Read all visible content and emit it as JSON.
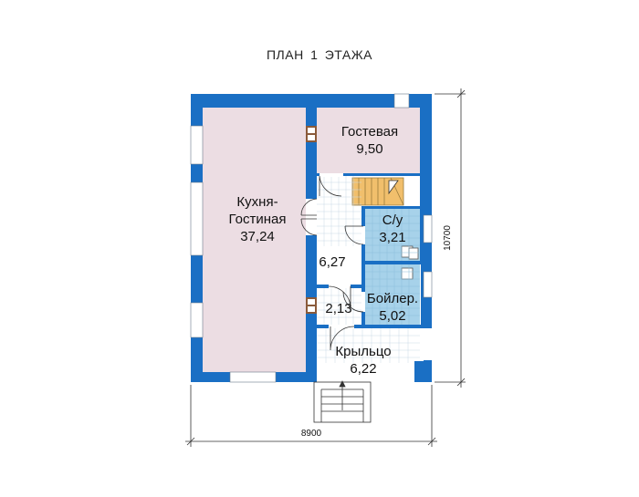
{
  "title": "ПЛАН  1   ЭТАЖА",
  "rooms": {
    "kitchen": {
      "name1": "Кухня-",
      "name2": "Гостиная",
      "area": "37,24"
    },
    "guest": {
      "name": "Гостевая",
      "area": "9,50"
    },
    "bath": {
      "name": "С/у",
      "area": "3,21"
    },
    "hall": {
      "area": "6,27"
    },
    "vestibule": {
      "area": "2,13"
    },
    "boiler": {
      "name": "Бойлер.",
      "area": "5,02"
    },
    "porch": {
      "name": "Крыльцо",
      "area": "6,22"
    }
  },
  "dimensions": {
    "width": "8900",
    "height": "10700"
  },
  "colors": {
    "wall": "#1a6fc4",
    "kitchen_fill": "#ecdde3",
    "guest_fill": "#ecdde3",
    "wet_fill": "#a7d2ea",
    "stairs": "#f1bf6c",
    "window": "#ffffff"
  }
}
